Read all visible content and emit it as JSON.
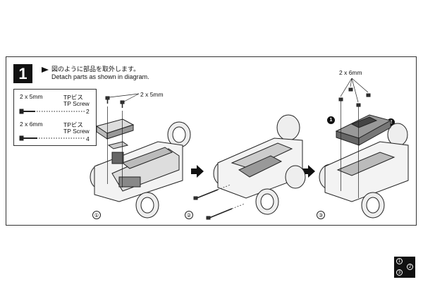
{
  "step": {
    "number": "1"
  },
  "instructions": {
    "ja": "図のように部品を取外します。",
    "en": "Detach parts as shown in diagram."
  },
  "legend": {
    "screw1": {
      "size": "2 x 5mm",
      "name_ja": "TPビス",
      "name_en": "TP Screw",
      "qty": "2"
    },
    "screw2": {
      "size": "2 x 6mm",
      "name_ja": "TPビス",
      "name_en": "TP Screw",
      "qty": "4"
    }
  },
  "callouts": {
    "fig1_screw": "2 x 5mm",
    "fig3_screw": "2 x 6mm"
  },
  "figures": {
    "fig1": "①",
    "fig2": "②",
    "fig3": "③"
  },
  "markers": {
    "m1": "1",
    "m2": "2"
  },
  "sequence": {
    "s1": "1",
    "s2": "2",
    "s3": "3"
  }
}
